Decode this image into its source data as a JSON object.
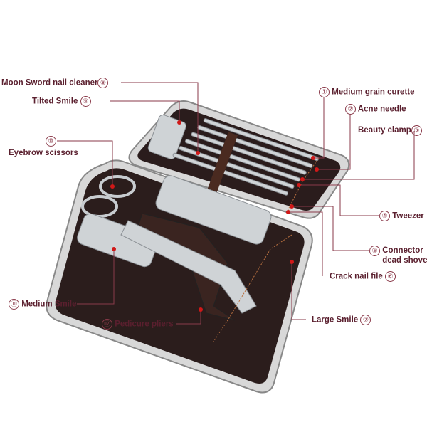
{
  "colors": {
    "label": "#5a1f2e",
    "leader": "#8a3a4a",
    "case": "#2a1c1c",
    "rim": "#c8c8c8",
    "dot": "#d01818"
  },
  "labels": [
    {
      "num": "①",
      "text": "Medium grain curette"
    },
    {
      "num": "②",
      "text": "Acne needle"
    },
    {
      "num": "③",
      "text": "Beauty clamp"
    },
    {
      "num": "④",
      "text": "Tweezer"
    },
    {
      "num": "⑤",
      "text": "Connector",
      "text2": "dead shovel"
    },
    {
      "num": "⑥",
      "text": "Crack nail file"
    },
    {
      "num": "⑦",
      "text": "Large Smile"
    },
    {
      "num": "⑧",
      "text": "Moon Sword nail cleaner"
    },
    {
      "num": "⑨",
      "text": "Tilted Smile"
    },
    {
      "num": "⑩",
      "text": "Eyebrow scissors"
    },
    {
      "num": "⑪",
      "text": "Medium Smile"
    },
    {
      "num": "⑫",
      "text": "Pedicure pliers"
    }
  ]
}
